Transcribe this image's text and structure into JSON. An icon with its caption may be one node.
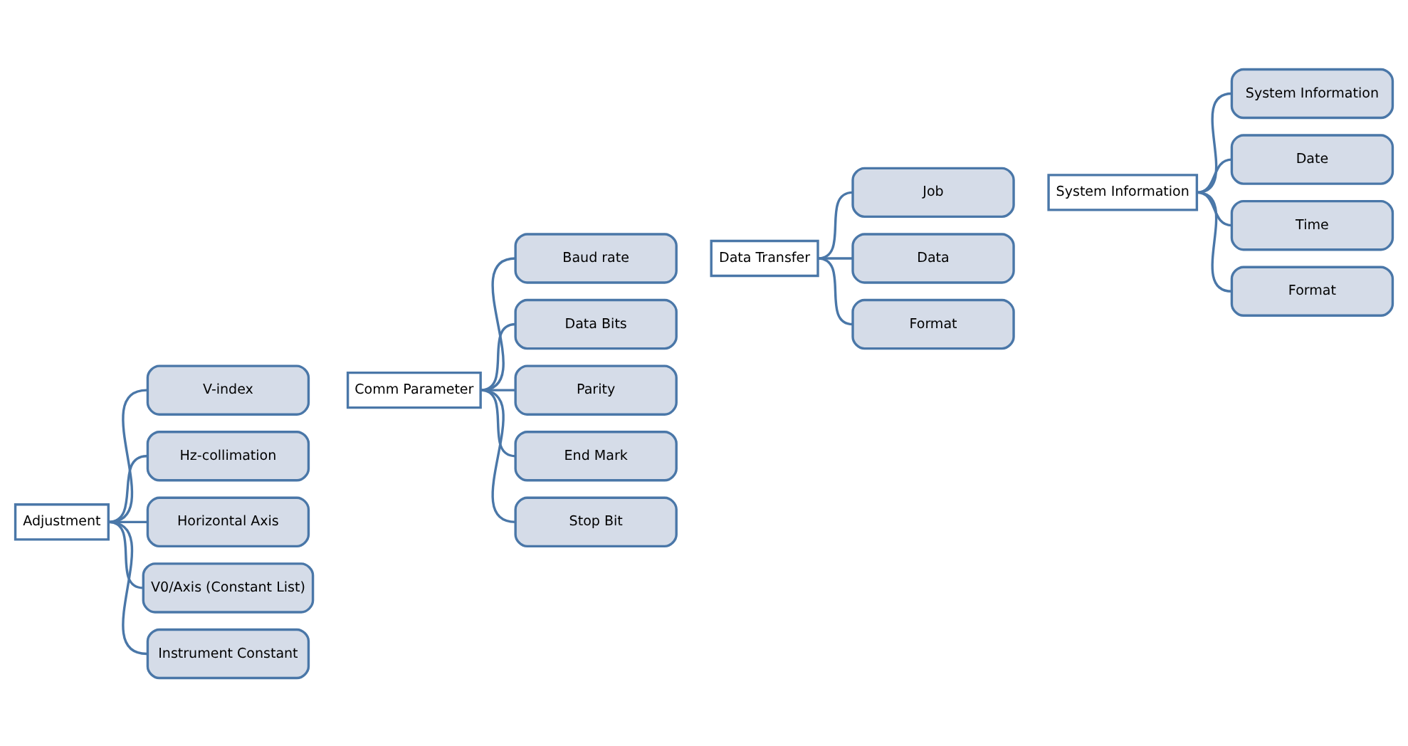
{
  "diagram": {
    "nodes": [
      {
        "text": [
          "Adjustment"
        ]
      },
      {
        "text": [
          "V-index"
        ]
      },
      {
        "text": [
          "Hz-collimation"
        ]
      },
      {
        "text": [
          "Horizontal Axis"
        ]
      },
      {
        "text": [
          "V0/Axis (Constant List)"
        ]
      },
      {
        "text": [
          "Instrument Constant"
        ]
      },
      {
        "text": [
          "Comm Parameter"
        ]
      },
      {
        "text": [
          "Baud rate"
        ]
      },
      {
        "text": [
          "Data Bits"
        ]
      },
      {
        "text": [
          "Parity"
        ]
      },
      {
        "text": [
          "End Mark"
        ]
      },
      {
        "text": [
          "Stop Bit"
        ]
      },
      {
        "text": [
          "Data Transfer"
        ]
      },
      {
        "text": [
          "Job"
        ]
      },
      {
        "text": [
          "Data"
        ]
      },
      {
        "text": [
          "Format"
        ]
      },
      {
        "text": [
          "System Information"
        ]
      },
      {
        "text": [
          "System Information"
        ]
      },
      {
        "text": [
          "Date"
        ]
      },
      {
        "text": [
          "Time"
        ]
      },
      {
        "text": [
          "Format"
        ]
      }
    ],
    "edges": [
      {
        "from": 0,
        "to": 1,
        "arrow": "none"
      },
      {
        "from": 0,
        "to": 2,
        "arrow": "none"
      },
      {
        "from": 0,
        "to": 3,
        "arrow": "none"
      },
      {
        "from": 0,
        "to": 4,
        "arrow": "none"
      },
      {
        "from": 0,
        "to": 5,
        "arrow": "none"
      },
      {
        "from": 6,
        "to": 7,
        "arrow": "none"
      },
      {
        "from": 6,
        "to": 8,
        "arrow": "none"
      },
      {
        "from": 6,
        "to": 9,
        "arrow": "none"
      },
      {
        "from": 6,
        "to": 10,
        "arrow": "none"
      },
      {
        "from": 6,
        "to": 11,
        "arrow": "none"
      },
      {
        "from": 12,
        "to": 13,
        "arrow": "none"
      },
      {
        "from": 12,
        "to": 14,
        "arrow": "none"
      },
      {
        "from": 12,
        "to": 15,
        "arrow": "none"
      },
      {
        "from": 16,
        "to": 17,
        "arrow": "none"
      },
      {
        "from": 16,
        "to": 18,
        "arrow": "none"
      },
      {
        "from": 16,
        "to": 19,
        "arrow": "none"
      },
      {
        "from": 16,
        "to": 20,
        "arrow": "none"
      }
    ]
  }
}
